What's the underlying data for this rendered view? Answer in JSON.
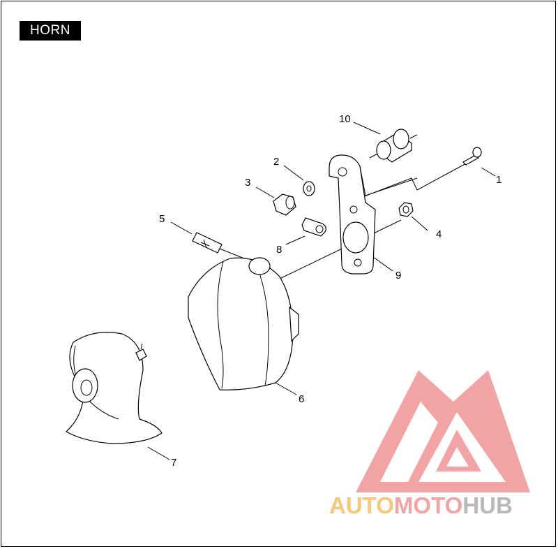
{
  "diagram": {
    "title": "HORN",
    "callouts": [
      {
        "id": "c1",
        "text": "1"
      },
      {
        "id": "c2",
        "text": "2"
      },
      {
        "id": "c3",
        "text": "3"
      },
      {
        "id": "c4",
        "text": "4"
      },
      {
        "id": "c5",
        "text": "5"
      },
      {
        "id": "c6",
        "text": "6"
      },
      {
        "id": "c7",
        "text": "7"
      },
      {
        "id": "c8",
        "text": "8"
      },
      {
        "id": "c9",
        "text": "9"
      },
      {
        "id": "c10",
        "text": "10"
      }
    ]
  },
  "watermark": {
    "part1": "AUTO",
    "part2": "MOTO",
    "part3": "HUB",
    "colors": {
      "auto": "#f7c77a",
      "moto": "#f2a3a3",
      "hub": "#b8b8b8"
    }
  }
}
